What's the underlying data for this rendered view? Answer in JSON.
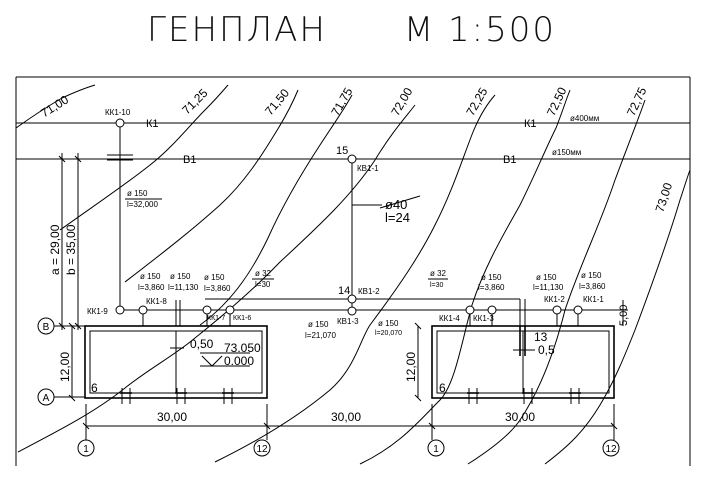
{
  "title": "ГЕНПЛАН",
  "scale": "М 1:500",
  "contours": [
    "71,00",
    "71,25",
    "71,50",
    "71,75",
    "72,00",
    "72,25",
    "72,50",
    "72,75",
    "73,00"
  ],
  "networks": {
    "k1_label": "К1",
    "k1_label_right": "К1",
    "k1_diameter": "ø400мм",
    "v1_label": "В1",
    "v1_label_right": "В1",
    "v1_diameter": "ø150мм"
  },
  "wells": {
    "kk1_10": "КК1-10",
    "kv1_1": "КВ1-1",
    "kv1_2": "КВ1-2",
    "kv1_3": "КВ1-3",
    "kk1_9": "КК1-9",
    "kk1_8": "КК1-8",
    "kk1_7": "КК1-7",
    "kk1_6": "КК1-6",
    "kk1_4": "КК1-4",
    "kk1_3": "КК1-3",
    "kk1_2": "КК1-2",
    "kk1_1": "КК1-1",
    "num_15": "15",
    "num_14": "14",
    "num_13": "13"
  },
  "pipes": {
    "p1_d": "ø 150",
    "p1_l": "l=32,000",
    "p2_d": "ø 150",
    "p2_l": "l=3,860",
    "p3_d": "ø 150",
    "p3_l": "l=11,130",
    "p4_d": "ø 150",
    "p4_l": "l=3,860",
    "p5_d": "ø 32",
    "p5_l": "l=30",
    "p6_d": "ø40",
    "p6_l": "l=24",
    "p7_d": "ø 32",
    "p7_l": "l=30",
    "p8_d": "ø 150",
    "p8_l": "l=3,860",
    "p9_d": "ø 150",
    "p9_l": "l=11,130",
    "p10_d": "ø 150",
    "p10_l": "l=3,860",
    "p11_d": "ø 150",
    "p11_l": "l=21,070",
    "p12_d": "ø 150",
    "p12_l": "l=20,070"
  },
  "dimensions": {
    "a": "a = 29,00",
    "b": "b = 35,00",
    "h12_left": "12,00",
    "h12_right": "12,00",
    "w30_a": "30,00",
    "w30_b": "30,00",
    "w30_c": "30,00",
    "d6_a": "6",
    "d6_b": "6",
    "off_050": "0,50",
    "off_05": "0,5",
    "elev_1": "73.050",
    "elev_2": "0.000",
    "right_edge": "5,00"
  },
  "axes": {
    "B": "В",
    "A": "А",
    "ax1_left": "1",
    "ax12_left": "12",
    "ax1_right": "1",
    "ax12_right": "12"
  }
}
